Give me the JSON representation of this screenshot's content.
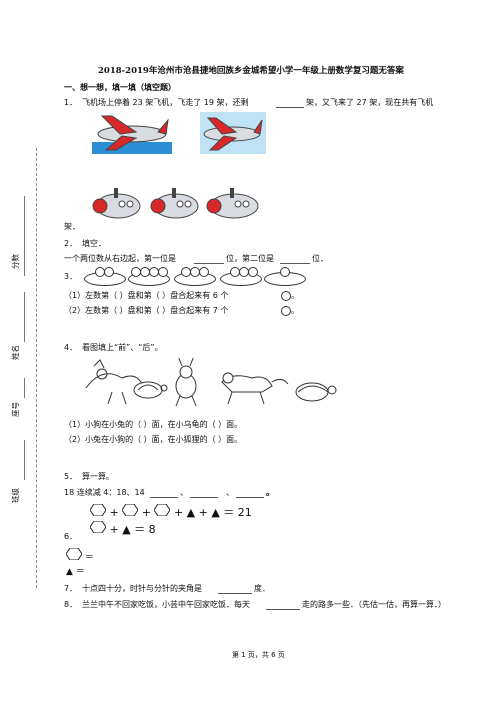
{
  "header": {
    "title": "2018-2019年沧州市沧县捷地回族乡金城希望小学一年级上册数学复习题无答案"
  },
  "side": {
    "label_score": "分数",
    "label_name": "姓名",
    "label_seat": "座号",
    "label_class": "班级"
  },
  "section1": {
    "heading": "一、想一想，填一填（填空题）"
  },
  "q1": {
    "num": "1．",
    "text": "飞机场上停着 23 架飞机，飞走了 19 架，还剩",
    "text2": "架，又飞来了 27 架，现在共有飞机",
    "tail": "架．"
  },
  "q2": {
    "num": "2．",
    "label": "填空．",
    "text": "一个两位数从右边起，第一位是",
    "text_b": "位，第二位是",
    "text_c": "位．"
  },
  "q3": {
    "num": "3．",
    "line1": "（1）左数第（        ）盘和第（        ）盘合起来有 6 个",
    "line2": "（2）左数第（        ）盘和第（        ）盘合起来有 7 个",
    "end": "。"
  },
  "q4": {
    "num": "4．",
    "text": "看图填上“前”、“后”。",
    "line1": "（1）小狗在小兔的（        ）面，在小乌龟的（        ）面。",
    "line2": "（2）小兔在小狗的（        ）面，在小狐狸的（        ）面。"
  },
  "q5": {
    "num": "5．",
    "text": "算一算。",
    "seq": "18 连续减 4：18、14",
    "sep1": "、",
    "sep2": "、",
    "sep3": "。",
    "eq1_rest": "+ ▲ + ▲ ＝ 21"
  },
  "q6": {
    "num": "6．",
    "eq": "+ ▲ ＝ 8",
    "ans1": "＝",
    "ans2": "＝"
  },
  "q7": {
    "num": "7．",
    "text": "十点四十分，时针与分针的夹角是",
    "tail": "度．"
  },
  "q8": {
    "num": "8．",
    "text": "兰兰中午不回家吃饭，小芸中午回家吃饭．每天",
    "tail": "走的路多一些．（先估一估，再算一算．）"
  },
  "footer": {
    "page": "第 1 页，共 6 页"
  },
  "colors": {
    "plane_body": "#d8dbe0",
    "plane_red": "#d8282a",
    "water": "#2b8fd6",
    "sky": "#bfe3f5"
  }
}
